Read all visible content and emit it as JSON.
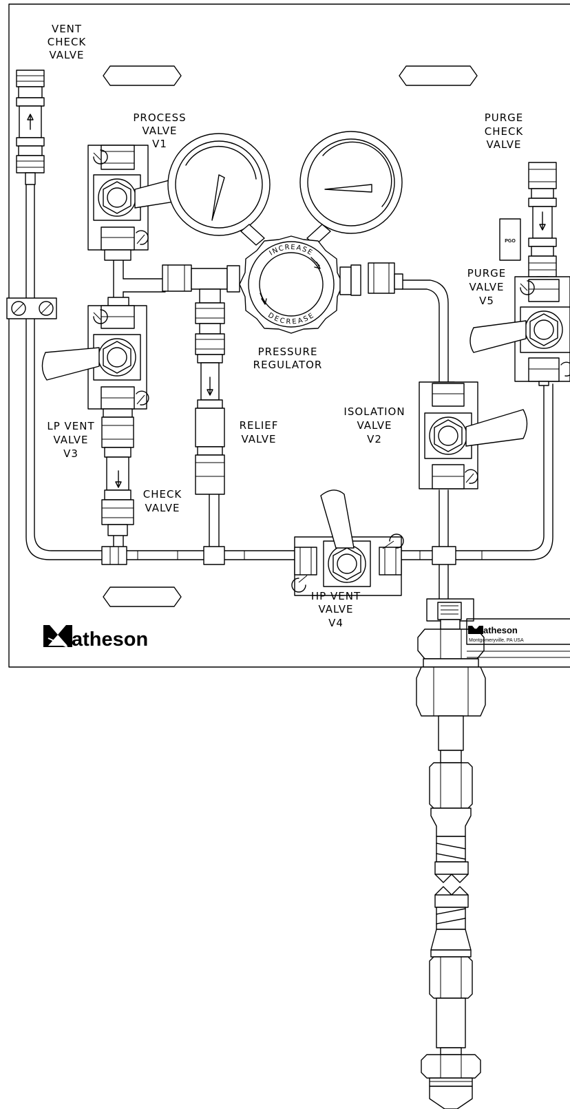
{
  "labels": {
    "vent_check_valve": [
      "VENT",
      "CHECK",
      "VALVE"
    ],
    "process_valve": [
      "PROCESS",
      "VALVE",
      "V1"
    ],
    "purge_check_valve": [
      "PURGE",
      "CHECK",
      "VALVE"
    ],
    "purge_valve": [
      "PURGE",
      "VALVE",
      "V5"
    ],
    "pressure_regulator": [
      "PRESSURE",
      "REGULATOR"
    ],
    "lp_vent_valve": [
      "LP VENT",
      "VALVE",
      "V3"
    ],
    "relief_valve": [
      "RELIEF",
      "VALVE"
    ],
    "isolation_valve": [
      "ISOLATION",
      "VALVE",
      "V2"
    ],
    "check_valve": [
      "CHECK",
      "VALVE"
    ],
    "hp_vent_valve": [
      "HP VENT",
      "VALVE",
      "V4"
    ]
  },
  "regulator_knob": {
    "increase": "INCREASE",
    "decrease": "DECREASE"
  },
  "gauge_tag": "PGO",
  "brand": {
    "logo_text": "atheson",
    "plate_name": "atheson",
    "plate_location": "Montgomeryville, PA USA"
  }
}
